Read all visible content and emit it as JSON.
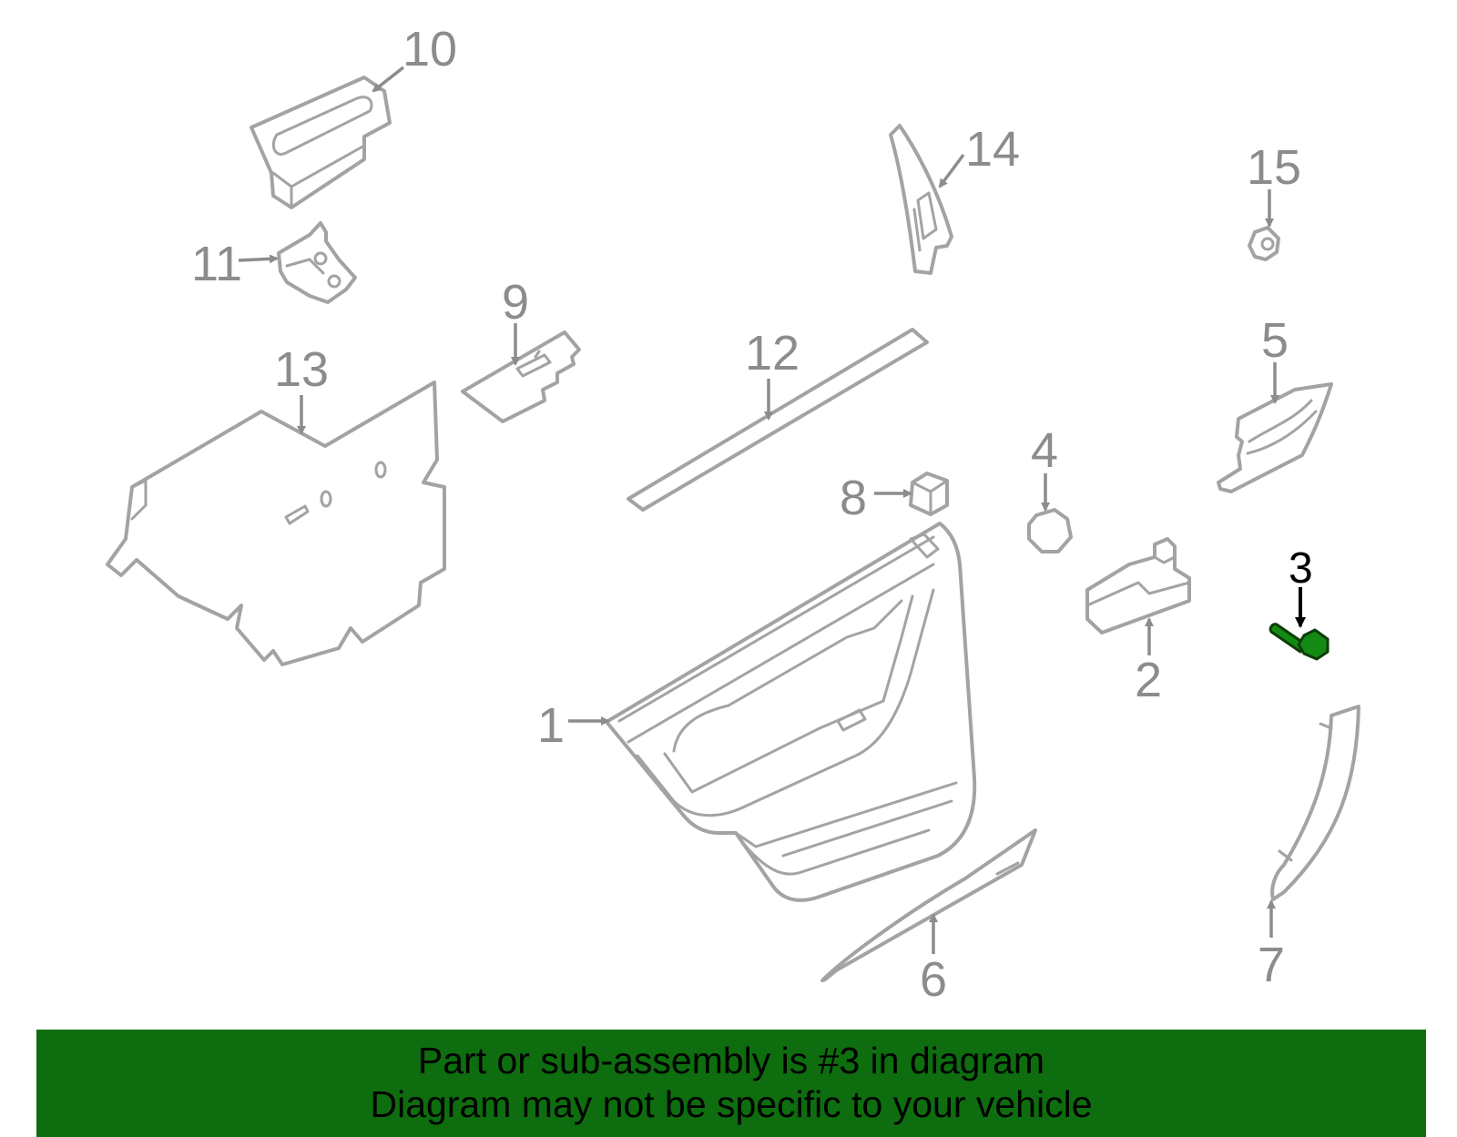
{
  "diagram": {
    "highlight_color": "#138a13",
    "banner_color": "#0e6d0e",
    "callouts": [
      "1",
      "2",
      "3",
      "4",
      "5",
      "6",
      "7",
      "8",
      "9",
      "10",
      "11",
      "12",
      "13",
      "14",
      "15"
    ],
    "highlighted_callout": "3"
  },
  "banner": {
    "line1": "Part or sub-assembly is #3 in diagram",
    "line2": "Diagram may not be specific to your vehicle"
  }
}
